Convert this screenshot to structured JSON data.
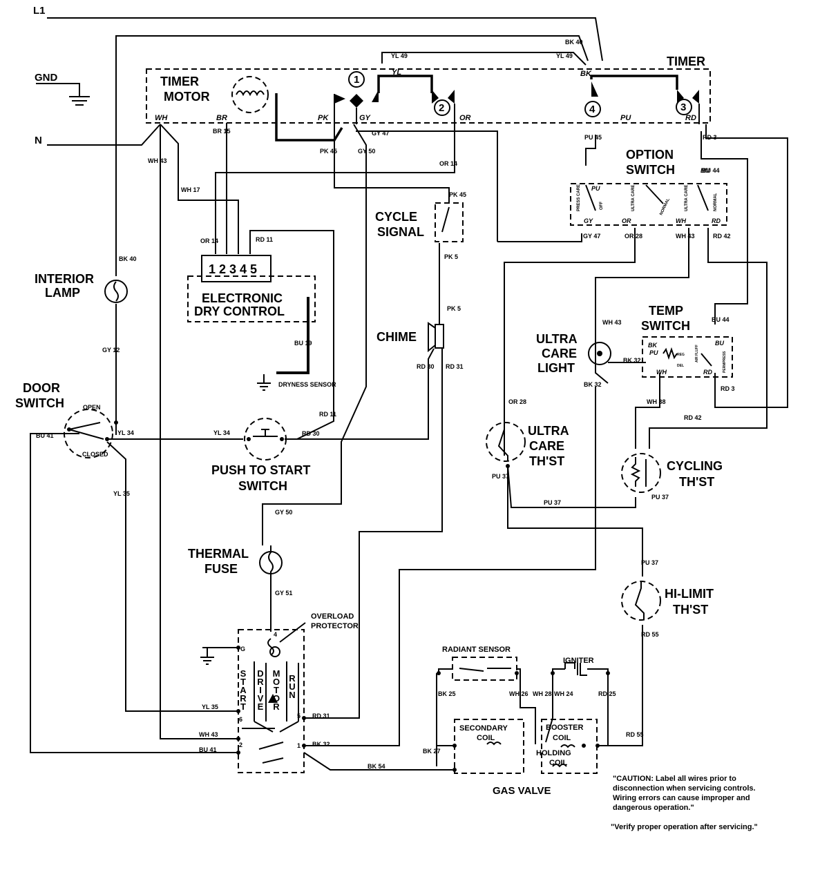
{
  "lines": {
    "l1": "L1",
    "gnd": "GND",
    "n": "N"
  },
  "components": {
    "timer": "TIMER",
    "timer_motor_1": "TIMER",
    "timer_motor_2": "MOTOR",
    "option_switch_1": "OPTION",
    "option_switch_2": "SWITCH",
    "cycle_signal_1": "CYCLE",
    "cycle_signal_2": "SIGNAL",
    "interior_lamp_1": "INTERIOR",
    "interior_lamp_2": "LAMP",
    "edc_1": "ELECTRONIC",
    "edc_2": "DRY CONTROL",
    "edc_pins": "1 2 3 4 5",
    "dryness_sensor": "DRYNESS SENSOR",
    "chime": "CHIME",
    "temp_switch_1": "TEMP",
    "temp_switch_2": "SWITCH",
    "ultra_care_light_1": "ULTRA",
    "ultra_care_light_2": "CARE",
    "ultra_care_light_3": "LIGHT",
    "door_switch_1": "DOOR",
    "door_switch_2": "SWITCH",
    "door_open": "OPEN",
    "door_closed": "CLOSED",
    "push_start_1": "PUSH TO START",
    "push_start_2": "SWITCH",
    "ultra_care_thst_1": "ULTRA",
    "ultra_care_thst_2": "CARE",
    "ultra_care_thst_3": "TH'ST",
    "cycling_thst_1": "CYCLING",
    "cycling_thst_2": "TH'ST",
    "thermal_fuse_1": "THERMAL",
    "thermal_fuse_2": "FUSE",
    "hi_limit_1": "HI-LIMIT",
    "hi_limit_2": "TH'ST",
    "overload_1": "OVERLOAD",
    "overload_2": "PROTECTOR",
    "start": "START",
    "drive_motor_1": "DRIVE",
    "drive_motor_2": "MOTOR",
    "run": "RUN",
    "radiant_sensor": "RADIANT SENSOR",
    "igniter": "IGNITER",
    "secondary_coil_1": "SECONDARY",
    "secondary_coil_2": "COIL",
    "booster_coil_1": "BOOSTER",
    "booster_coil_2": "COIL",
    "holding_coil_1": "HOLDING",
    "holding_coil_2": "COIL",
    "gas_valve": "GAS VALVE"
  },
  "contacts": {
    "c1": "1",
    "c2": "2",
    "c3": "3",
    "c4": "4",
    "yl": "YL",
    "pk": "PK",
    "gy": "GY",
    "or": "OR",
    "bk": "BK",
    "pu": "PU",
    "rd": "RD",
    "wh": "WH",
    "br": "BR"
  },
  "option_switch_labels": {
    "press_care": "PRESS CARE",
    "off": "OFF",
    "ultra_care_a": "ULTRA CARE",
    "normal_a": "NORMAL",
    "ultra_care_b": "ULTRA CARE",
    "normal_b": "NORMAL",
    "pu": "PU",
    "bu": "BU",
    "gy": "GY",
    "or": "OR",
    "wh": "WH",
    "rd": "RD"
  },
  "temp_switch_labels": {
    "bk": "BK",
    "pu": "PU",
    "wh": "WH",
    "bu": "BU",
    "rd": "RD",
    "reg": "REG",
    "del": "DEL",
    "air_fluff": "AIR FLUFF",
    "permpress": "PERMPRESS"
  },
  "motor_terminals": {
    "t4": "4",
    "g": "G",
    "t6": "6",
    "t5": "5",
    "t2": "2",
    "t1": "1"
  },
  "wire_labels": {
    "bk40_top": "BK 40",
    "yl49_a": "YL 49",
    "yl49_b": "YL 49",
    "gy47_top": "GY 47",
    "wh43_a": "WH 43",
    "wh17": "WH 17",
    "br15": "BR 15",
    "pk45_a": "PK 45",
    "gy50_a": "GY 50",
    "or14_a": "OR 14",
    "or14_b": "OR 14",
    "rd11_a": "RD 11",
    "bu19": "BU 19",
    "pk45_b": "PK 45",
    "pk5_a": "PK 5",
    "pk5_b": "PK 5",
    "rd30_a": "RD 30",
    "rd31_a": "RD 31",
    "pu45": "PU 45",
    "rd3_a": "RD 3",
    "bu44_a": "BU 44",
    "gy47_b": "GY 47",
    "or28_a": "OR 28",
    "wh43_b": "WH 43",
    "rd42_a": "RD 42",
    "bk40_b": "BK 40",
    "gy12": "GY 12",
    "wh43_c": "WH 43",
    "bk32_a": "BK 32",
    "bk32_b": "BK 32",
    "bu44_b": "BU 44",
    "rd3_b": "RD 3",
    "wh38": "WH 38",
    "rd42_b": "RD 42",
    "or28_b": "OR 28",
    "pu37_a": "PU 37",
    "pu37_b": "PU 37",
    "pu37_c": "PU 37",
    "pu37_d": "PU 37",
    "rd11_b": "RD 11",
    "yl34_a": "YL 34",
    "yl34_b": "YL 34",
    "rd30_b": "RD 30",
    "bu41_a": "BU 41",
    "yl35_a": "YL 35",
    "gy50_b": "GY 50",
    "gy51": "GY 51",
    "rd55_a": "RD 55",
    "rd55_b": "RD 55",
    "yl35_b": "YL 35",
    "rd31_b": "RD 31",
    "wh43_d": "WH 43",
    "bk32_c": "BK 32",
    "bu41_b": "BU 41",
    "bk54": "BK 54",
    "bk25": "BK 25",
    "wh26": "WH 26",
    "wh28": "WH 28",
    "wh24": "WH 24",
    "rd25": "RD 25",
    "bk27": "BK 27"
  },
  "notes": {
    "caution_1": "\"CAUTION: Label all wires prior to",
    "caution_2": "disconnection when servicing controls.",
    "caution_3": "Wiring errors can cause improper and",
    "caution_4": "dangerous operation.\"",
    "verify": "\"Verify proper operation after servicing.\""
  }
}
